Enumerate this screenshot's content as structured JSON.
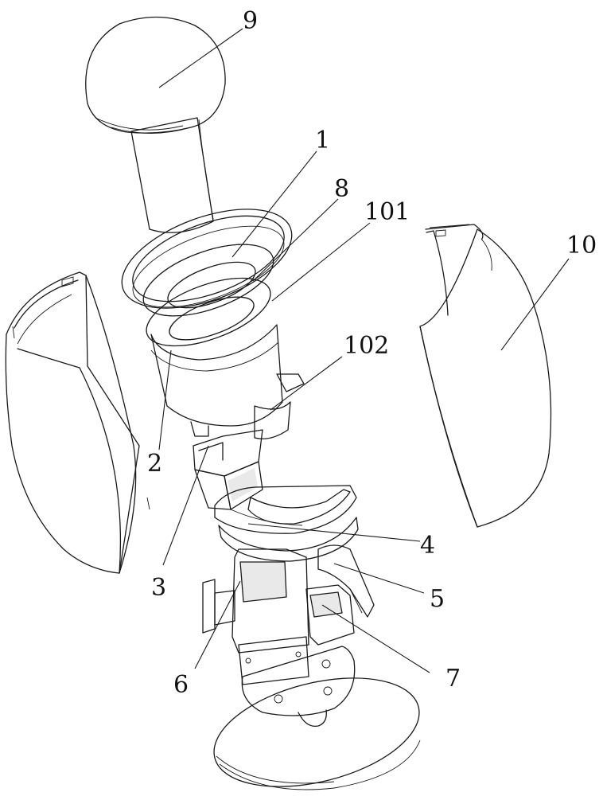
{
  "labels": {
    "l1": "1",
    "l2": "2",
    "l3": "3",
    "l4": "4",
    "l5": "5",
    "l6": "6",
    "l7": "7",
    "l8": "8",
    "l9": "9",
    "l10": "10",
    "l101": "101",
    "l102": "102"
  }
}
